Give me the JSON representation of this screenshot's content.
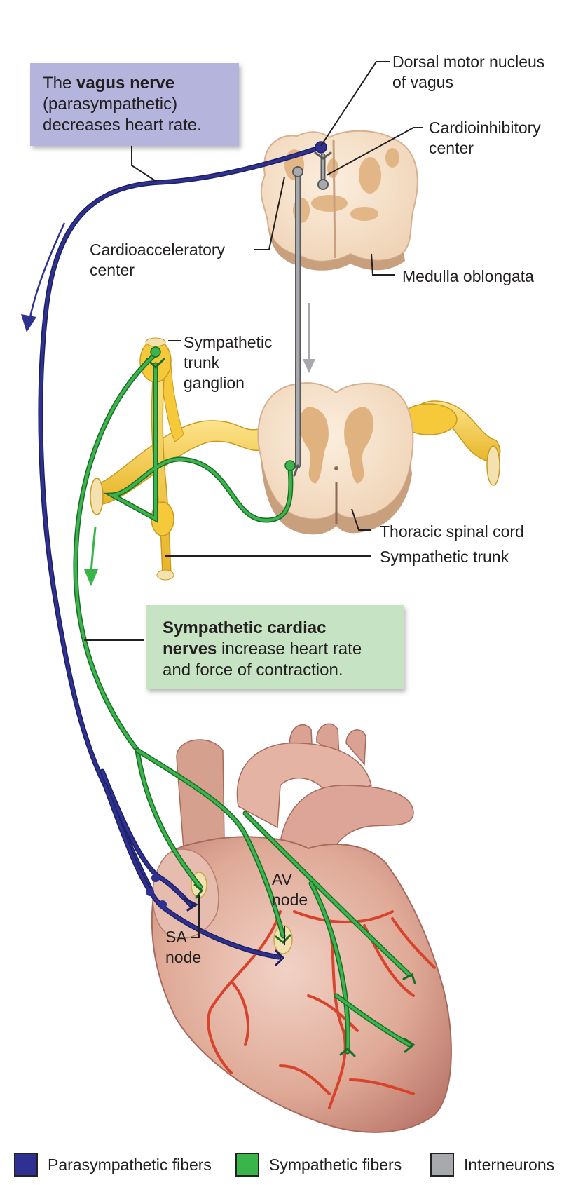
{
  "callouts": {
    "vagus": {
      "pre": "The ",
      "bold": "vagus nerve",
      "l2": "(parasympathetic)",
      "l3": "decreases heart rate."
    },
    "sympathetic": {
      "bold1": "Sympathetic cardiac",
      "bold2": "nerves",
      "rest2": " increase heart rate",
      "l3": "and force of contraction."
    }
  },
  "labels": {
    "dorsal_motor": [
      "Dorsal motor nucleus",
      "of vagus"
    ],
    "cardioinhibitory": [
      "Cardioinhibitory",
      "center"
    ],
    "cardioacceleratory": [
      "Cardioacceleratory",
      "center"
    ],
    "medulla": "Medulla oblongata",
    "trunk_ganglion": [
      "Sympathetic",
      "trunk",
      "ganglion"
    ],
    "thoracic": "Thoracic spinal cord",
    "sympathetic_trunk": "Sympathetic trunk",
    "av_node": [
      "AV",
      "node"
    ],
    "sa_node": [
      "SA",
      "node"
    ]
  },
  "legend": [
    {
      "label": "Parasympathetic fibers",
      "color": "#2e3192"
    },
    {
      "label": "Sympathetic fibers",
      "color": "#39b54a"
    },
    {
      "label": "Interneurons",
      "color": "#a7a9ac"
    }
  ],
  "colors": {
    "parasympathetic": "#2e3192",
    "sympathetic": "#39b54a",
    "interneuron": "#a7a9ac",
    "nerve_tissue": "#f6c93a",
    "gray_matter": "#d9a36b",
    "heart": "#e2b0a0",
    "artery": "#d8432c"
  }
}
